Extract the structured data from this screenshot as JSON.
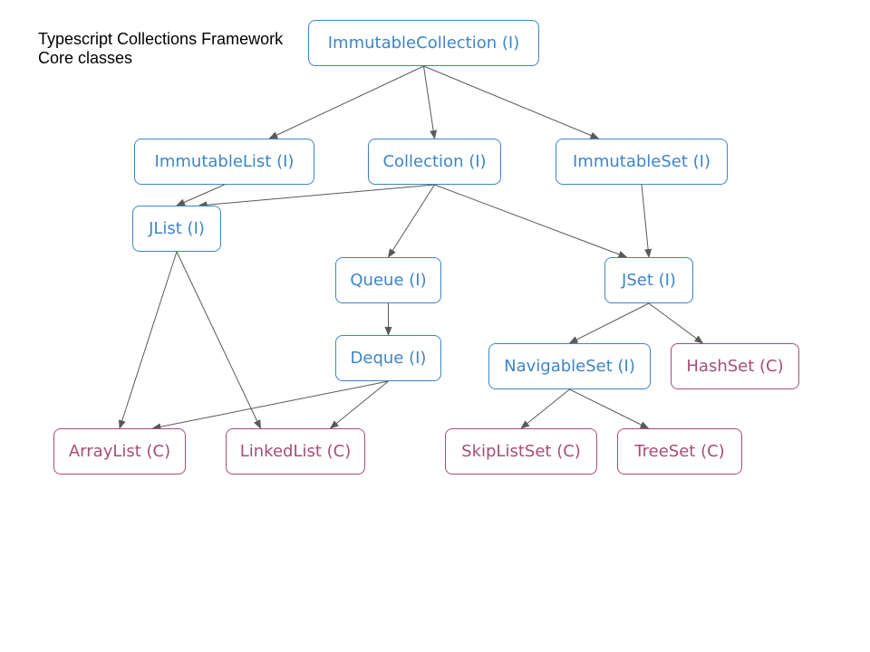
{
  "title": {
    "line1": "Typescript Collections Framework",
    "line2": "Core classes"
  },
  "nodes": {
    "immutable_collection": {
      "label": "ImmutableCollection (I)",
      "kind": "interface"
    },
    "immutable_list": {
      "label": "ImmutableList (I)",
      "kind": "interface"
    },
    "collection": {
      "label": "Collection (I)",
      "kind": "interface"
    },
    "immutable_set": {
      "label": "ImmutableSet (I)",
      "kind": "interface"
    },
    "jlist": {
      "label": "JList (I)",
      "kind": "interface"
    },
    "queue": {
      "label": "Queue (I)",
      "kind": "interface"
    },
    "jset": {
      "label": "JSet (I)",
      "kind": "interface"
    },
    "deque": {
      "label": "Deque (I)",
      "kind": "interface"
    },
    "navigable_set": {
      "label": "NavigableSet (I)",
      "kind": "interface"
    },
    "hash_set": {
      "label": "HashSet (C)",
      "kind": "class"
    },
    "array_list": {
      "label": "ArrayList (C)",
      "kind": "class"
    },
    "linked_list": {
      "label": "LinkedList (C)",
      "kind": "class"
    },
    "skip_list_set": {
      "label": "SkipListSet (C)",
      "kind": "class"
    },
    "tree_set": {
      "label": "TreeSet (C)",
      "kind": "class"
    }
  },
  "edges": [
    {
      "from": "immutable_collection",
      "to": "immutable_list"
    },
    {
      "from": "immutable_collection",
      "to": "collection"
    },
    {
      "from": "immutable_collection",
      "to": "immutable_set"
    },
    {
      "from": "immutable_list",
      "to": "jlist"
    },
    {
      "from": "collection",
      "to": "jlist"
    },
    {
      "from": "collection",
      "to": "queue"
    },
    {
      "from": "collection",
      "to": "jset"
    },
    {
      "from": "immutable_set",
      "to": "jset"
    },
    {
      "from": "jlist",
      "to": "array_list"
    },
    {
      "from": "jlist",
      "to": "linked_list"
    },
    {
      "from": "queue",
      "to": "deque"
    },
    {
      "from": "deque",
      "to": "array_list"
    },
    {
      "from": "deque",
      "to": "linked_list"
    },
    {
      "from": "jset",
      "to": "navigable_set"
    },
    {
      "from": "jset",
      "to": "hash_set"
    },
    {
      "from": "navigable_set",
      "to": "skip_list_set"
    },
    {
      "from": "navigable_set",
      "to": "tree_set"
    }
  ],
  "colors": {
    "interface": "#3d85c6",
    "class": "#a64d79",
    "edge": "#595959"
  }
}
